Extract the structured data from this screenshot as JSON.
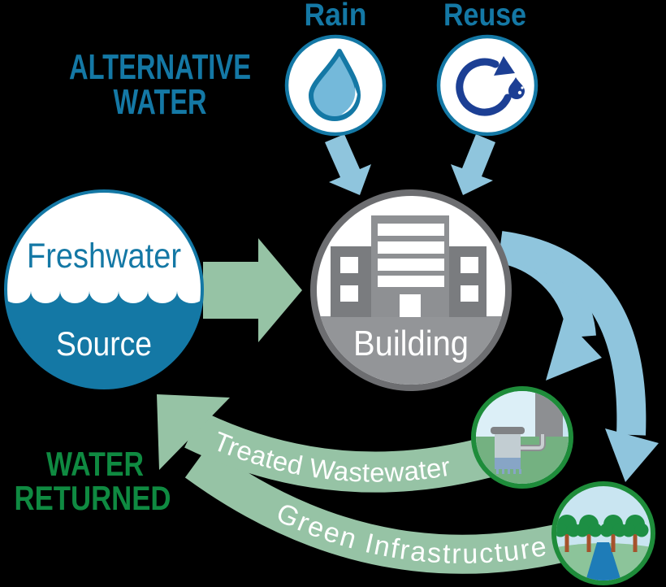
{
  "colors": {
    "background": "#000000",
    "teal": "#1478a5",
    "navy": "#1c3f94",
    "drop_blue": "#74b9da",
    "arrow_blue": "#8fc5dd",
    "arrow_green": "#96c3a5",
    "returned_green": "#0f8a41",
    "ring_green": "#1e8c3a",
    "circle_border_gray": "#6d6e71",
    "building_wing_gray": "#7a7c7f",
    "building_tower_gray": "#8e9093",
    "building_ground_gray": "#939598",
    "sky_blue": "#c9e5f1",
    "sky_blue_light": "#dceff7",
    "wall_gray": "#8d8f92",
    "ground_green": "#74b181",
    "infra_ground_green": "#8cc49a",
    "tree_green": "#1d8f44",
    "trunk_brown": "#a5522c",
    "river_blue": "#1e7cb8",
    "tank_lid_gray": "#808285",
    "tank_body_gray": "#c2cdd2",
    "tank_water_blue": "#87a5c6",
    "pipe_gray": "#c9ced1",
    "white": "#ffffff"
  },
  "labels": {
    "alternative_water_line1": "ALTERNATIVE",
    "alternative_water_line2": "WATER",
    "rain": "Rain",
    "reuse": "Reuse",
    "freshwater_line1": "Freshwater",
    "freshwater_line2": "Source",
    "building": "Building",
    "water_returned_line1": "WATER",
    "water_returned_line2": "RETURNED",
    "treated_wastewater": "Treated Wastewater",
    "green_infrastructure": "Green Infrastructure"
  },
  "icons": {
    "rain": "raindrop-icon",
    "reuse": "recycle-arrow-drop-icon",
    "freshwater": "freshwater-wave-icon",
    "building": "building-icon",
    "treated_wastewater": "septic-tank-icon",
    "green_infrastructure": "trees-river-icon"
  }
}
